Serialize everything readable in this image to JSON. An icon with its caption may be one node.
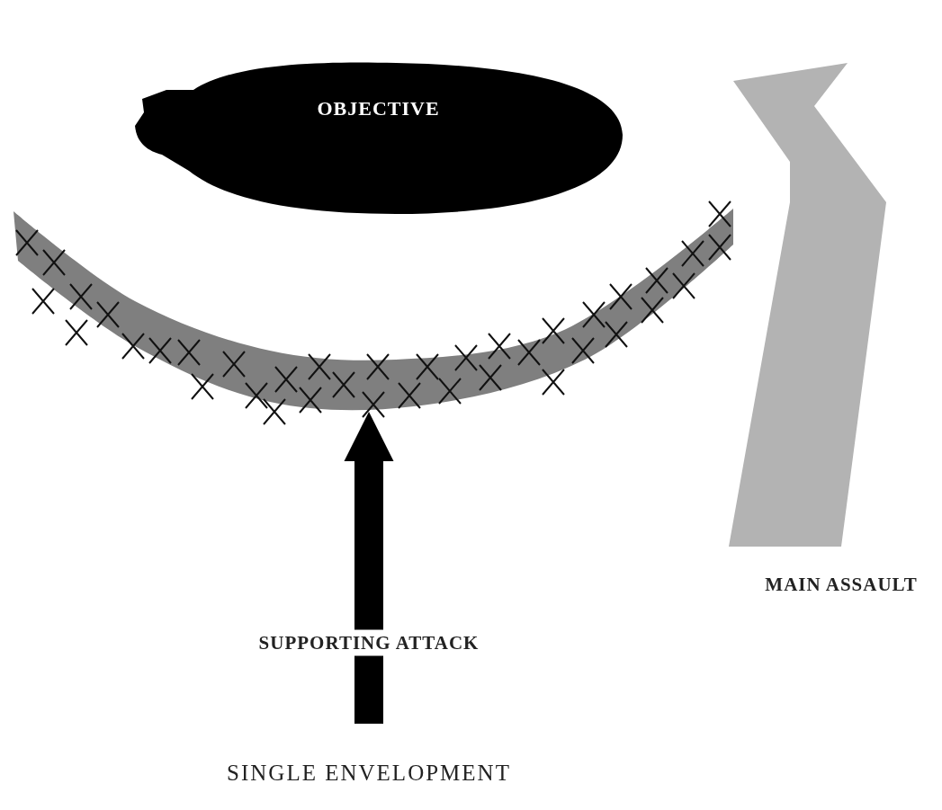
{
  "diagram": {
    "title": "SINGLE ENVELOPMENT",
    "nodes": [
      {
        "text": [
          "OBJECTIVE"
        ]
      },
      {
        "text": [],
        "shape": "band"
      }
    ],
    "edges": [
      {
        "from": null,
        "to": 1,
        "arrow": "to",
        "label": "SUPPORTING ATTACK"
      }
    ],
    "labels": [
      "MAIN ASSAULT"
    ]
  }
}
